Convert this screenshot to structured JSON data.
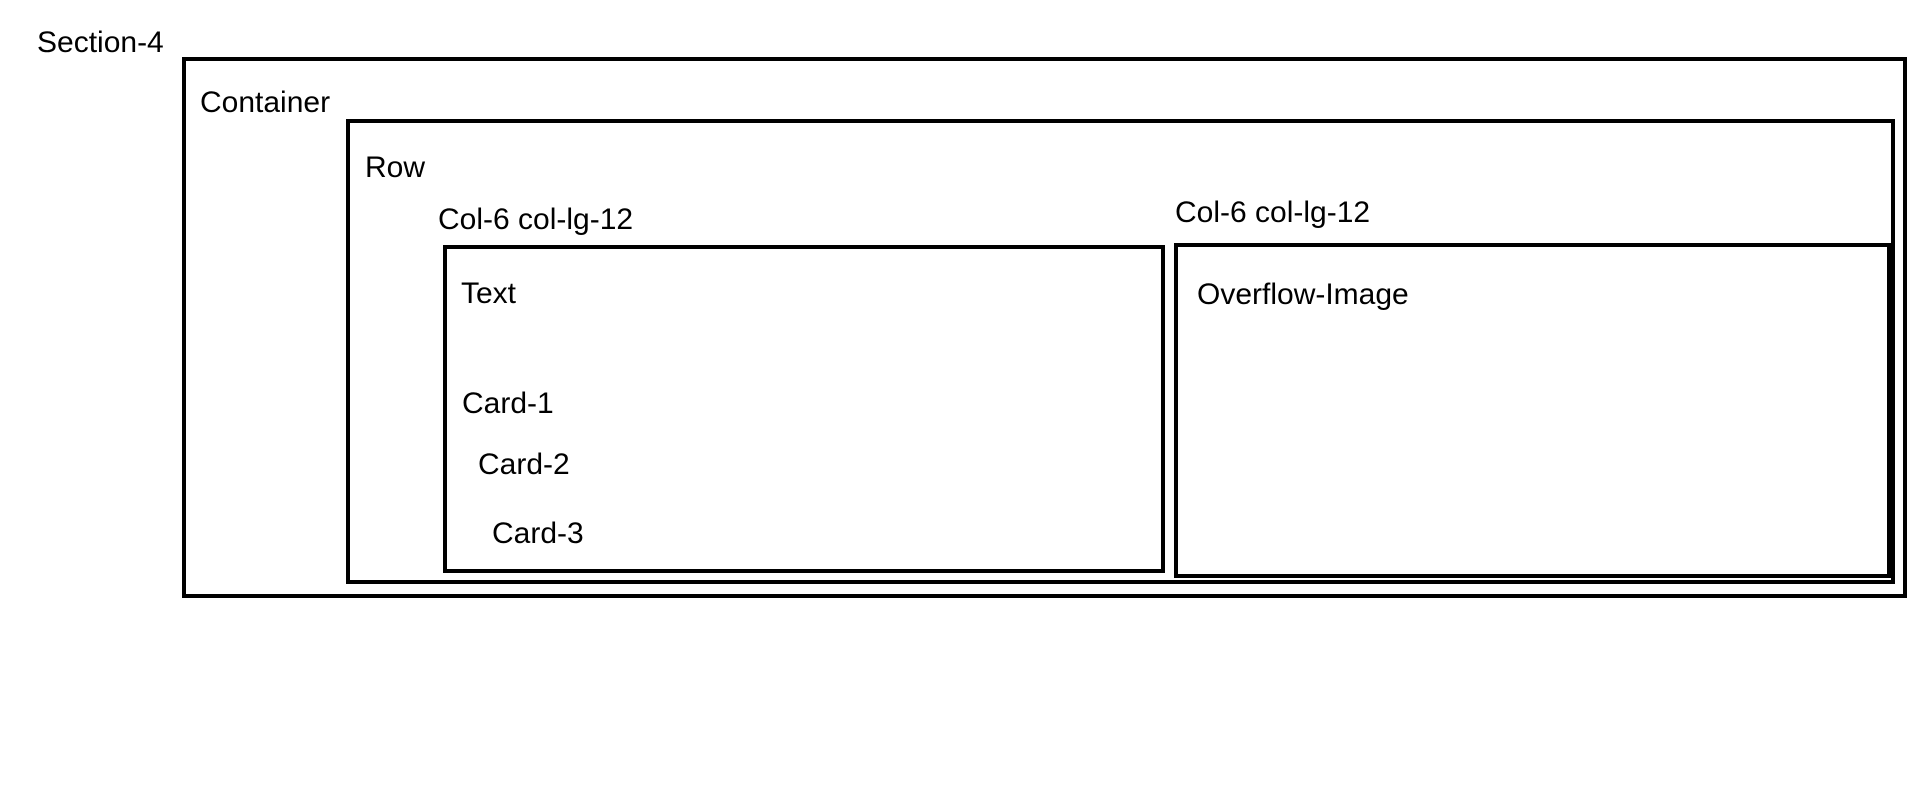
{
  "diagram": {
    "section": {
      "label": "Section-4"
    },
    "container": {
      "label": "Container"
    },
    "row": {
      "label": "Row"
    },
    "columns": [
      {
        "label": "Col-6 col-lg-12",
        "items": [
          "Text",
          "Card-1",
          "Card-2",
          "Card-3"
        ]
      },
      {
        "label": "Col-6 col-lg-12",
        "items": [
          "Overflow-Image"
        ]
      }
    ]
  }
}
